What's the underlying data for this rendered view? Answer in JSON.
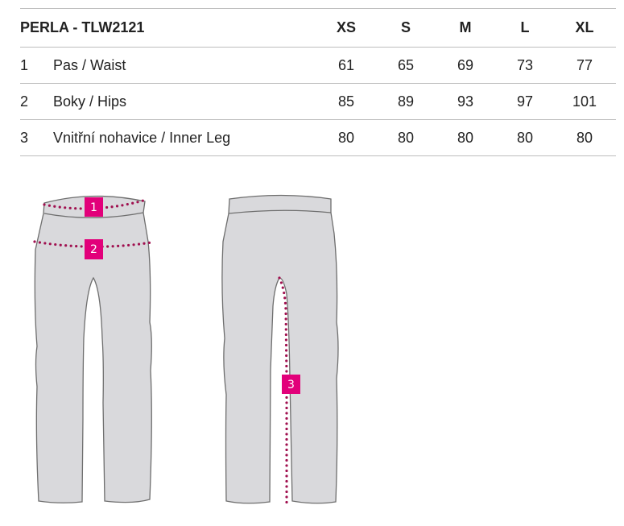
{
  "table": {
    "title": "PERLA - TLW2121",
    "sizes": [
      "XS",
      "S",
      "M",
      "L",
      "XL"
    ],
    "rows": [
      {
        "num": "1",
        "label": "Pas / Waist",
        "values": [
          "61",
          "65",
          "69",
          "73",
          "77"
        ]
      },
      {
        "num": "2",
        "label": "Boky / Hips",
        "values": [
          "85",
          "89",
          "93",
          "97",
          "101"
        ]
      },
      {
        "num": "3",
        "label": "Vnitřní nohavice / Inner Leg",
        "values": [
          "80",
          "80",
          "80",
          "80",
          "80"
        ]
      }
    ]
  },
  "diagram": {
    "markers": [
      "1",
      "2",
      "3"
    ],
    "colors": {
      "garment": "#d9d9dc",
      "outline": "#6e6e6e",
      "dots": "#a0104f",
      "badge": "#e2007a"
    }
  }
}
